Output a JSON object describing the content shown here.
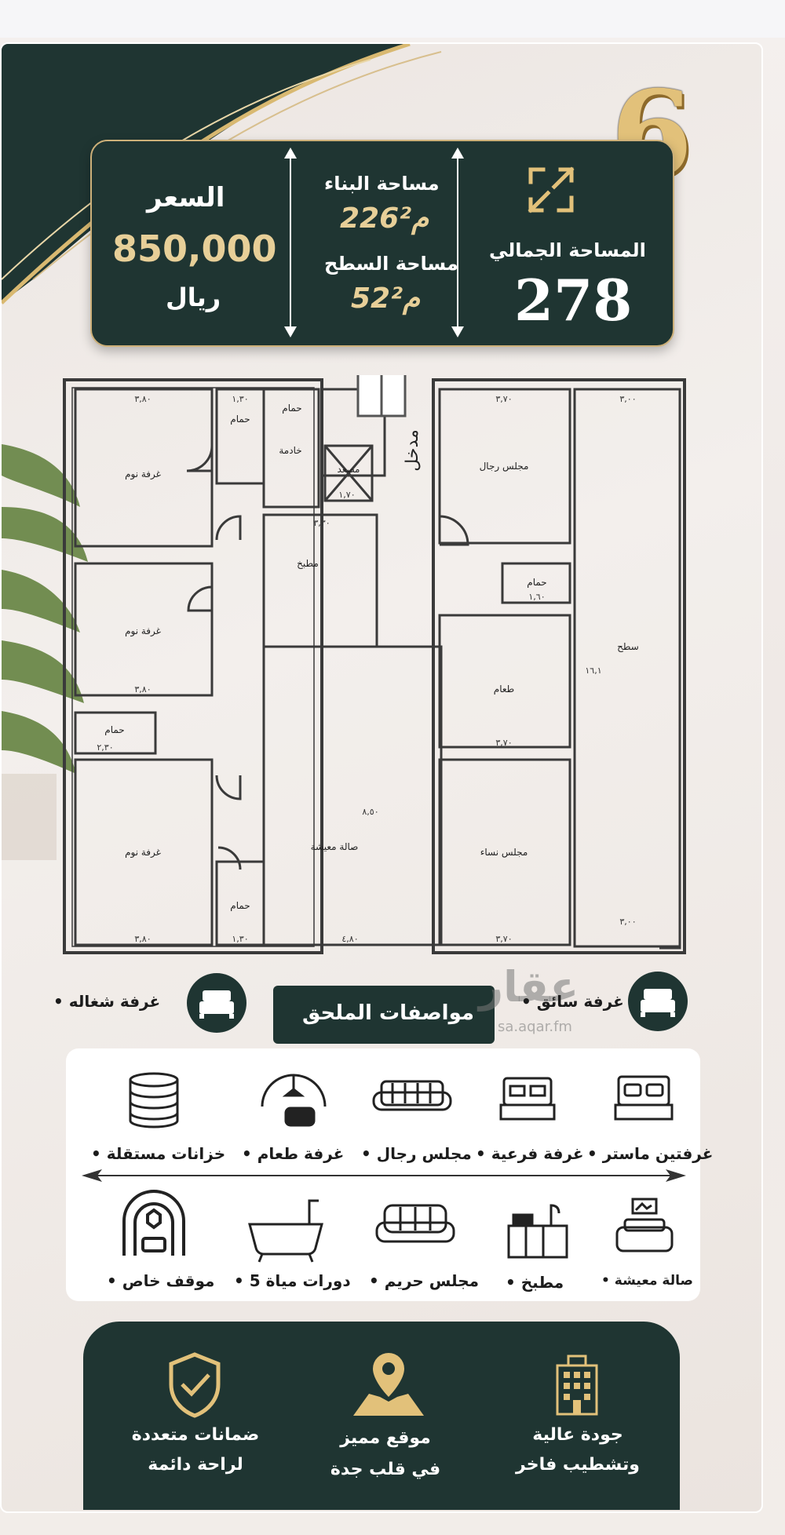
{
  "badge_number": "6",
  "stats": {
    "total_area_label": "المساحة الجمالي",
    "total_area_value": "278",
    "building_area_label": "مساحة البناء",
    "building_area_value": "226م²",
    "roof_area_label": "مساحة السطح",
    "roof_area_value": "52م²",
    "price_label": "السعر",
    "price_value": "850,000",
    "currency": "ريال"
  },
  "plan": {
    "entrance": "مدخل",
    "rooms": [
      {
        "id": "bedroom-1",
        "label": "غرفة نوم"
      },
      {
        "id": "bedroom-2",
        "label": "غرفة نوم"
      },
      {
        "id": "bedroom-3",
        "label": "غرفة نوم"
      },
      {
        "id": "bath-1",
        "label": "حمام"
      },
      {
        "id": "bath-2",
        "label": "حمام"
      },
      {
        "id": "bath-3",
        "label": "حمام"
      },
      {
        "id": "bath-4",
        "label": "حمام"
      },
      {
        "id": "bath-5",
        "label": "حمام"
      },
      {
        "id": "maid",
        "label": "خادمة"
      },
      {
        "id": "elevator",
        "label": "مصعد"
      },
      {
        "id": "kitchen",
        "label": "مطبخ"
      },
      {
        "id": "living",
        "label": "صالة معيشة"
      },
      {
        "id": "men-majlis",
        "label": "مجلس رجال"
      },
      {
        "id": "dining",
        "label": "طعام"
      },
      {
        "id": "women-majlis",
        "label": "مجلس نساء"
      },
      {
        "id": "roof",
        "label": "سطح"
      }
    ],
    "dimensions": [
      "٣,٨٠",
      "٣,٨٠",
      "٣,٨٠",
      "١,٣٠",
      "١,٣٠",
      "٣,٣٠",
      "٤,٨٠",
      "٣,٧٠",
      "٣,٧٠",
      "٣,٧٠",
      "٣,٠٠",
      "٣,٠٠",
      "٢,٣٠",
      "١,٧٠",
      "١,٦٠",
      "٨,٥٠",
      "١٦,١"
    ]
  },
  "annex": {
    "title": "مواصفات الملحق",
    "left_item": "• غرفة شغاله",
    "right_item": "• غرفة سائق"
  },
  "features": [
    {
      "label": "• غرفتين ماستر",
      "icon": "double-bed-icon"
    },
    {
      "label": "• غرفة فرعية",
      "icon": "bed-icon"
    },
    {
      "label": "• مجلس رجال",
      "icon": "sofa-icon"
    },
    {
      "label": "• غرفة طعام",
      "icon": "dining-icon"
    },
    {
      "label": "• خزانات مستقلة",
      "icon": "water-tank-icon"
    },
    {
      "label": "• صالة معيشة",
      "icon": "living-room-icon"
    },
    {
      "label": "• مطبخ",
      "icon": "kitchen-icon"
    },
    {
      "label": "• مجلس حريم",
      "icon": "couch-icon"
    },
    {
      "label": "• 5 دورات مياة",
      "icon": "bathtub-icon"
    },
    {
      "label": "• موقف خاص",
      "icon": "parking-icon"
    }
  ],
  "bottom": {
    "quality_line1": "جودة عالية",
    "quality_line2": "وتشطيب فاخر",
    "location_line1": "موقع مميز",
    "location_line2": "في قلب جدة",
    "warranty_line1": "ضمانات متعددة",
    "warranty_line2": "لراحة دائمة"
  },
  "watermark": {
    "brand": "عقار",
    "url": "sa.aqar.fm"
  },
  "colors": {
    "dark_green": "#1f3532",
    "gold": "#e2c17a",
    "white": "#ffffff"
  }
}
